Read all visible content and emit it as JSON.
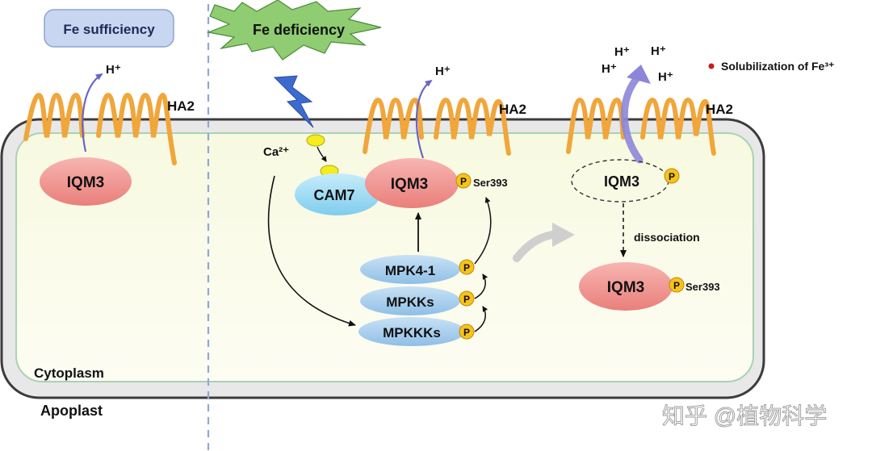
{
  "labels": {
    "fe_sufficiency": "Fe sufficiency",
    "fe_deficiency": "Fe deficiency",
    "ha2": "HA2",
    "h_plus": "H⁺",
    "ca2_plus": "Ca²⁺",
    "cam7": "CAM7",
    "iqm3": "IQM3",
    "p": "P",
    "ser393": "Ser393",
    "mpk4_1": "MPK4-1",
    "mpkks": "MPKKs",
    "mpkkks": "MPKKKs",
    "dissociation": "dissociation",
    "solubilization": "Solubilization of Fe³⁺",
    "cytoplasm": "Cytoplasm",
    "apoplast": "Apoplast",
    "watermark": "知乎 @植物科学"
  },
  "colors": {
    "membrane_fill": "#fbfce6",
    "membrane_outer": "#e5e5e5",
    "membrane_stroke": "#444444",
    "membrane_inner": "#aed8b6",
    "ha2_coil": "#f0a83a",
    "iqm3_fill": "#f08f8a",
    "cam7_fill": "#93d8f2",
    "kinase_fill": "#9ecbeb",
    "phospho_fill": "#f7c21a",
    "ca_fill": "#f4ec1c",
    "lightning": "#3f6fd1",
    "star_fill": "#8ccc6a",
    "sufficiency_box": "#c9d6f2",
    "purple_arrow": "#7c7ccc",
    "dashed_divider": "#8fa9d6",
    "dot_red": "#cc1a1a",
    "grey_arrow": "#cfcfcf"
  }
}
